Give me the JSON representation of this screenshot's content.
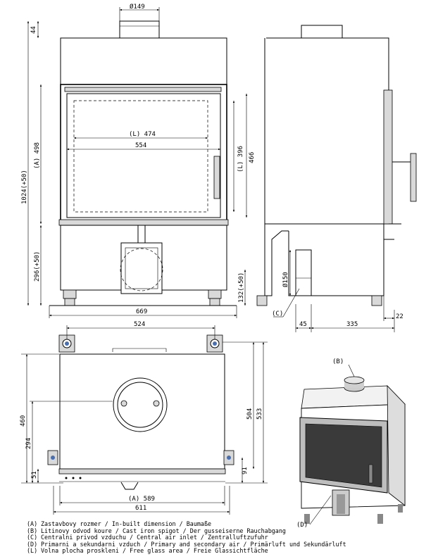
{
  "dimensions": {
    "flue_diameter": "Ø149",
    "top_height": "44",
    "total_height": "1024(+50)",
    "inbuilt_height": "(A) 498",
    "lower_height": "296(+50)",
    "total_width_front": "669",
    "glass_width": "(L) 474",
    "opening_width": "554",
    "glass_height": "(L) 396",
    "opening_height": "466",
    "air_inlet_height": "132(+50)",
    "air_inlet_diameter": "Ø150",
    "side_offset": "45",
    "side_depth": "335",
    "side_foot": "22",
    "plan_width_top": "524",
    "plan_depth_460": "460",
    "plan_depth_294": "294",
    "plan_depth_51": "51",
    "plan_depth_504": "504",
    "plan_depth_533": "533",
    "plan_depth_91": "91",
    "plan_inbuilt_width": "(A) 589",
    "plan_total_width": "611"
  },
  "callouts": {
    "b": "(B)",
    "c": "(C)",
    "d": "(D)"
  },
  "legend": [
    {
      "key": "(A)",
      "text": "Zastavbovy rozmer / In-built dimension / Baumaße"
    },
    {
      "key": "(B)",
      "text": "Litinovy odvod koure / Cast iron spigot / Der gusseiserne Rauchabgang"
    },
    {
      "key": "(C)",
      "text": "Centralni privod vzduchu / Central air inlet / Zentralluftzufuhr"
    },
    {
      "key": "(D)",
      "text": "Primarni a sekundarni vzduch / Primary and secondary air / Primärluft und Sekundärluft"
    },
    {
      "key": "(L)",
      "text": "Volna plocha proskleni / Free glass area / Freie Glassichtfläche"
    }
  ]
}
